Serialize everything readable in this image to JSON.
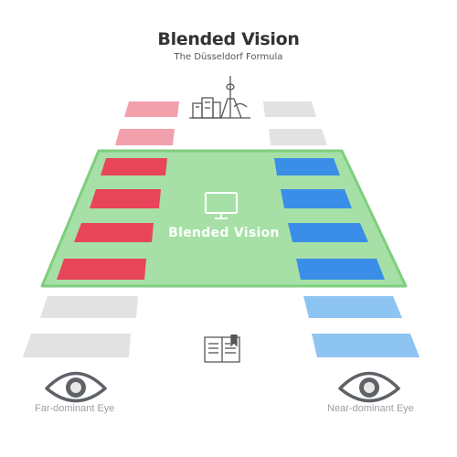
{
  "header": {
    "title": "Blended Vision",
    "subtitle": "The Düsseldorf Formula"
  },
  "center": {
    "label": "Blended Vision",
    "icon": "monitor-icon"
  },
  "icons": {
    "top": "city-skyline-icon",
    "bottom": "book-icon"
  },
  "eyes": {
    "left_label": "Far-dominant Eye",
    "right_label": "Near-dominant Eye"
  },
  "colors": {
    "zone_fill": "#a6e0a6",
    "zone_border": "#7fce7f",
    "far_red": "#e8445a",
    "far_pink": "#f2a0ac",
    "near_blue": "#3a8ee8",
    "near_light_blue": "#8ec4f2",
    "inactive_gray": "#e2e2e2"
  }
}
